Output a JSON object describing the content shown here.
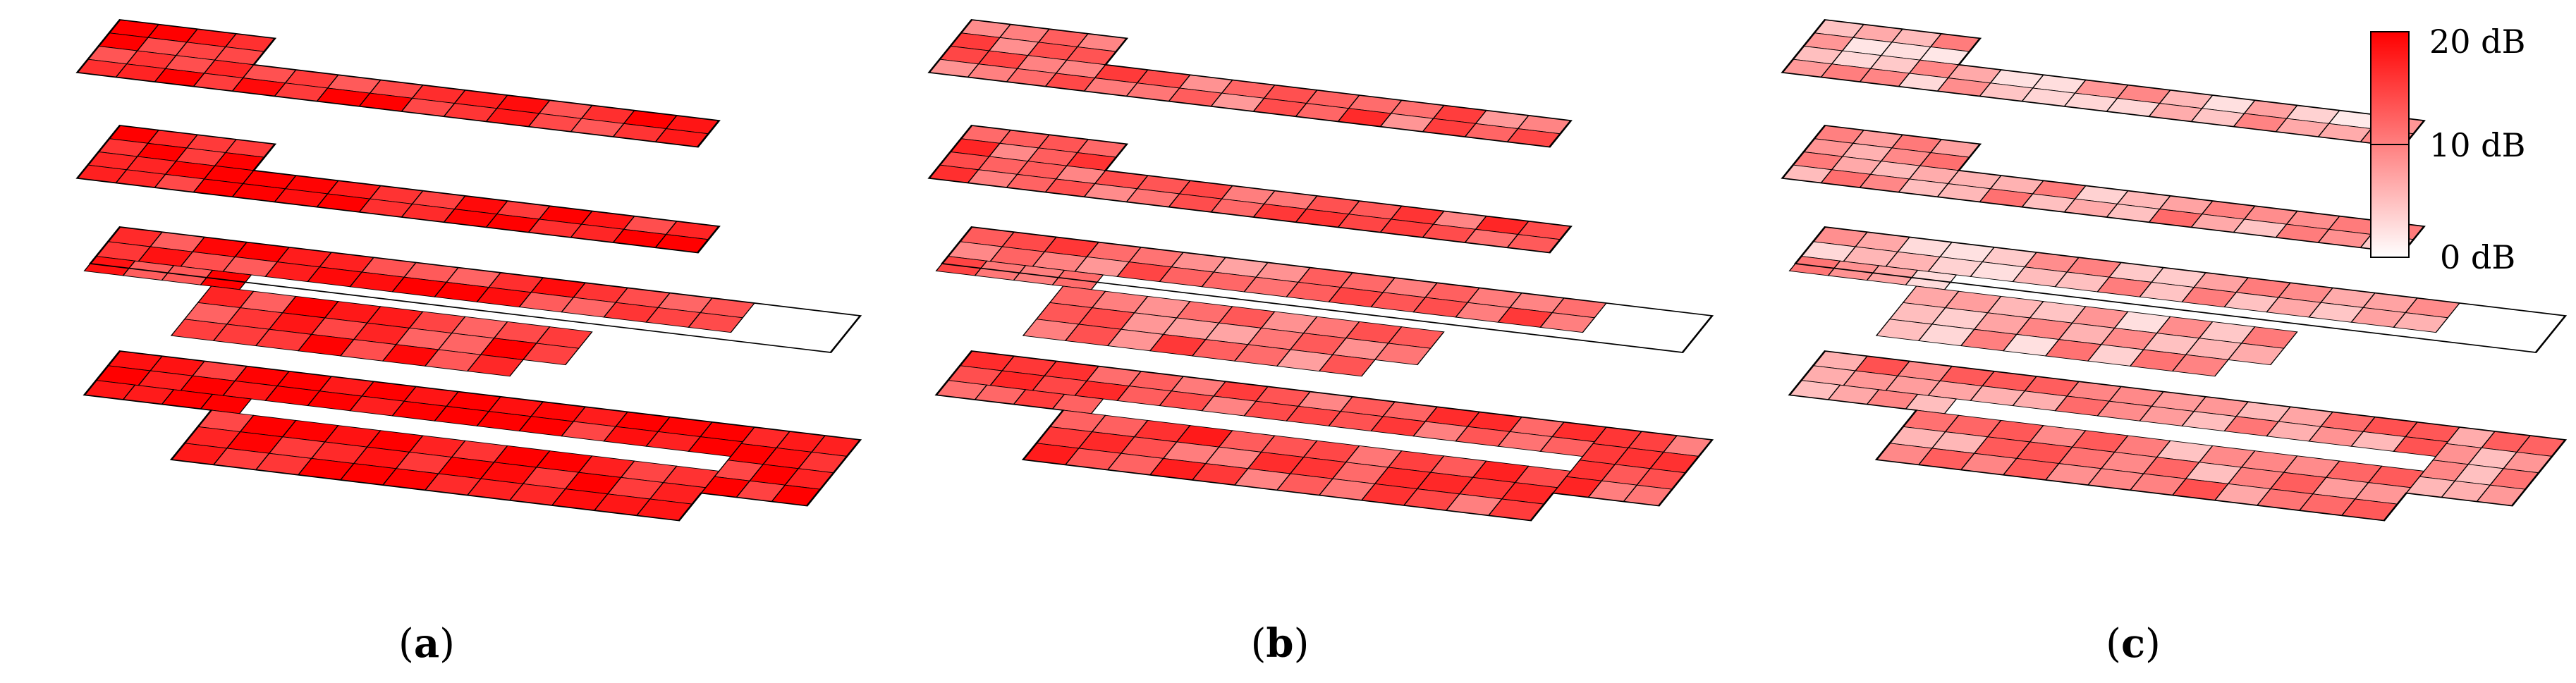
{
  "panels": [
    {
      "label_open": "(",
      "label_letter": "a",
      "label_close": ")",
      "floor_levels": [
        0.86,
        0.9,
        0.82,
        0.94
      ]
    },
    {
      "label_open": "(",
      "label_letter": "b",
      "label_close": ")",
      "floor_levels": [
        0.62,
        0.66,
        0.58,
        0.68
      ]
    },
    {
      "label_open": "(",
      "label_letter": "c",
      "label_close": ")",
      "floor_levels": [
        0.3,
        0.38,
        0.34,
        0.46
      ]
    }
  ],
  "colorbar": {
    "max_label": "20 dB",
    "mid_label": "10 dB",
    "min_label": "0 dB",
    "max_value": 20,
    "mid_value": 10,
    "min_value": 0,
    "color_low": "#ffffff",
    "color_high": "#ff0000"
  },
  "colors": {
    "wall_stroke": "#000000",
    "heat_high": "#ff0000",
    "heat_low": "#ffffff"
  }
}
